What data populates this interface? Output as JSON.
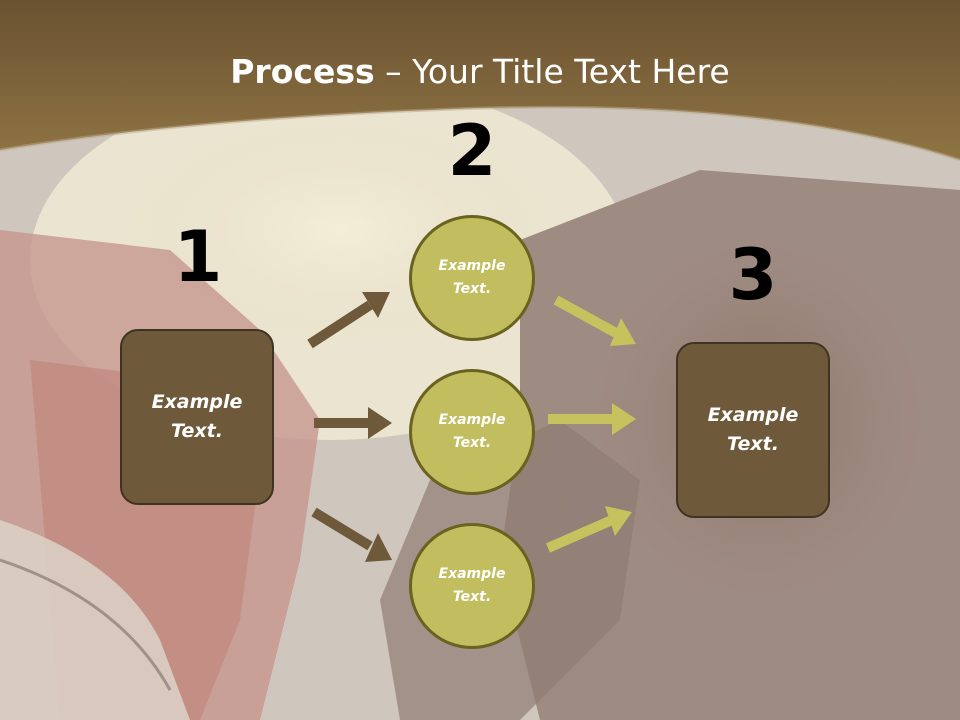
{
  "title": {
    "bold": "Process",
    "rest": " – Your Title Text Here"
  },
  "steps": [
    {
      "number": "1",
      "text": "Example\nText."
    },
    {
      "number": "2"
    },
    {
      "number": "3",
      "text": "Example\nText."
    }
  ],
  "circles": [
    {
      "text": "Example\nText."
    },
    {
      "text": "Example\nText."
    },
    {
      "text": "Example\nText."
    }
  ],
  "colors": {
    "header": "#7a6035",
    "box_fill": "#6e5a3a",
    "circle_fill": "#c2bd5e",
    "arrow_left": "#6e5a3a",
    "arrow_right": "#c6c25e"
  }
}
